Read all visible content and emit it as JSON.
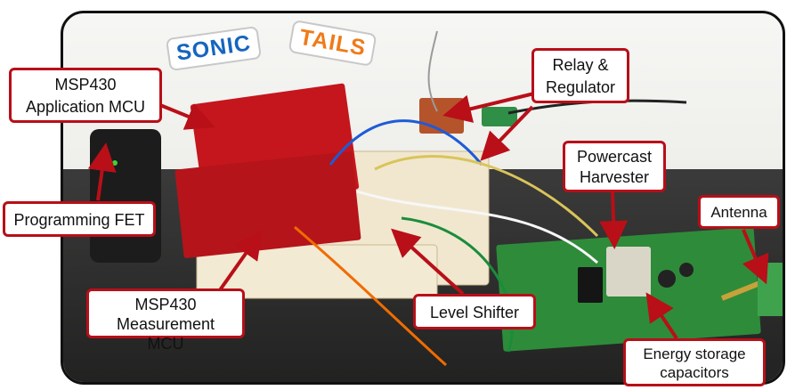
{
  "labels": {
    "sonic": "SONIC",
    "tails": "TAILS",
    "app_mcu": "MSP430\nApplication MCU",
    "relay": "Relay &\nRegulator",
    "powercast": "Powercast\nHarvester",
    "prog_fet": "Programming FET",
    "antenna": "Antenna",
    "meas_mcu": "MSP430\nMeasurement MCU",
    "level_shifter": "Level Shifter",
    "energy": "Energy storage\ncapacitors"
  },
  "colors": {
    "callout_border": "#b80f18",
    "arrow": "#b80f18",
    "sonic": "#1565c0",
    "tails": "#f07a18",
    "launchpad": "#c4161c",
    "harvester_board": "#2e8b3a"
  }
}
